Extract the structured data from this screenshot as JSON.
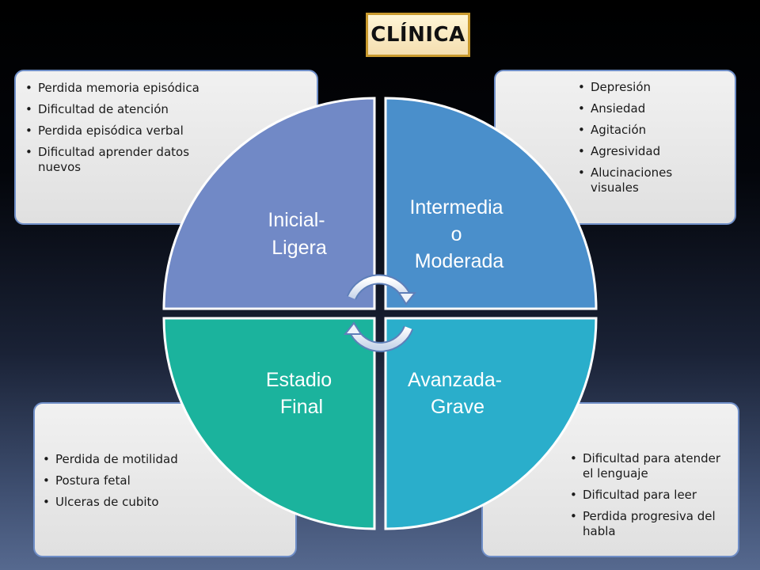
{
  "title": "CLÍNICA",
  "quadrants": [
    {
      "label_lines": [
        "Inicial-",
        "Ligera"
      ],
      "color": "#7189c6"
    },
    {
      "label_lines": [
        "Intermedia",
        "o",
        "Moderada"
      ],
      "color": "#4a8fcb"
    },
    {
      "label_lines": [
        "Estadio",
        "Final"
      ],
      "color": "#1bb39d"
    },
    {
      "label_lines": [
        "Avanzada-",
        "Grave"
      ],
      "color": "#2aaecb"
    }
  ],
  "boxes": {
    "top_left": {
      "items": [
        "Perdida memoria episódica",
        "Dificultad de atención",
        "Perdida episódica verbal",
        "Dificultad aprender datos nuevos"
      ]
    },
    "top_right": {
      "items": [
        "Depresión",
        "Ansiedad",
        "Agitación",
        "Agresividad",
        "Alucinaciones visuales"
      ]
    },
    "bottom_left": {
      "items": [
        "Perdida de motilidad",
        "Postura fetal",
        "Ulceras de cubito"
      ]
    },
    "bottom_right": {
      "items": [
        "Dificultad para atender el lenguaje",
        "Dificultad para leer",
        "Perdida progresiva del habla"
      ]
    }
  },
  "cycle_icon": "circular-arrows-icon"
}
